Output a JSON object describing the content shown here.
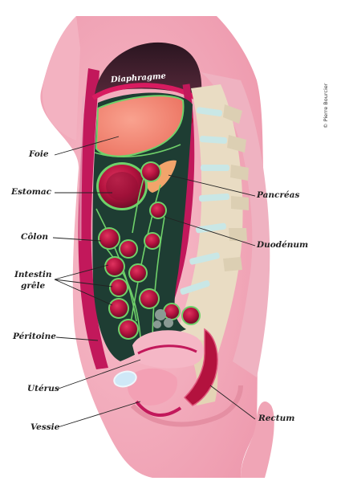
{
  "credit": "© Pierre Bourcier",
  "labels": {
    "diaphragme": "Diaphragme",
    "foie": "Foie",
    "estomac": "Estomac",
    "colon": "Côlon",
    "intestin": "Intestin",
    "grele": "grêle",
    "peritoine": "Péritoine",
    "uterus": "Utérus",
    "vessie": "Vessie",
    "pancreas": "Pancréas",
    "duodenum": "Duodénum",
    "rectum": "Rectum"
  },
  "colors": {
    "skin": "#f2a9b8",
    "skin_dark": "#e58fa3",
    "muscle": "#c2185b",
    "diaphragm_dark": "#3a1f2a",
    "liver": "#f48b7a",
    "cavity": "#1e3d33",
    "membrane": "#6fd16a",
    "intestine": "#b3123e",
    "spine_bone": "#e9dcc3",
    "spine_disc": "#c9e7e6",
    "pancreas": "#f2a46b",
    "bladder": "#cfe8f7"
  }
}
